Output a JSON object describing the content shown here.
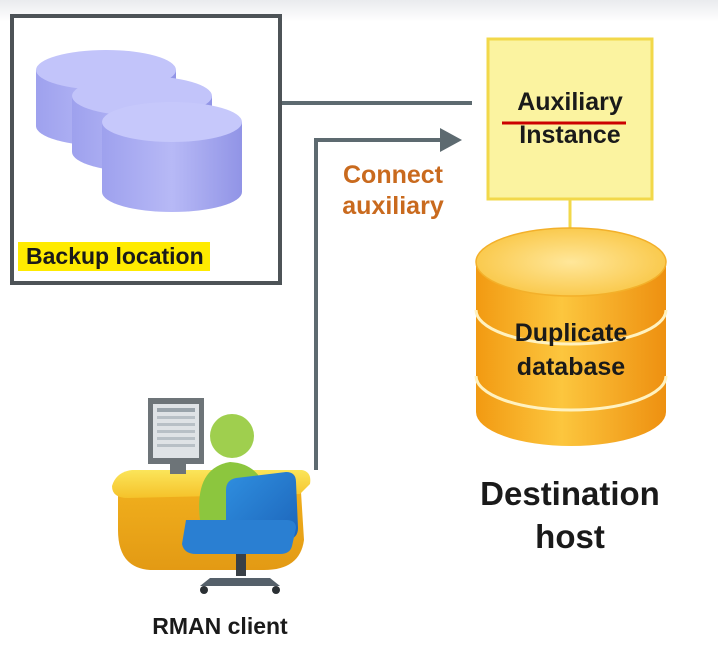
{
  "diagram": {
    "backup_location": "Backup location",
    "auxiliary_instance_line1": "Auxiliary",
    "auxiliary_instance_line2": "Instance",
    "connect_line1": "Connect",
    "connect_line2": "auxiliary",
    "duplicate_line1": "Duplicate",
    "duplicate_line2": "database",
    "destination_line1": "Destination",
    "destination_line2": "host",
    "rman_client": "RMAN client"
  },
  "colors": {
    "backup_cylinder": "#a8abf0",
    "auxiliary_box": "#fbf3a0",
    "database_cylinder": "#f6b21c",
    "connect_text": "#c96a1e",
    "highlight": "#ffeb00",
    "connector": "#5d6a70",
    "annotation_underline": "#cc0000"
  },
  "icons": [
    "backup-disks-icon",
    "database-cylinder-icon",
    "rman-client-workstation-icon",
    "arrow-right-icon"
  ]
}
